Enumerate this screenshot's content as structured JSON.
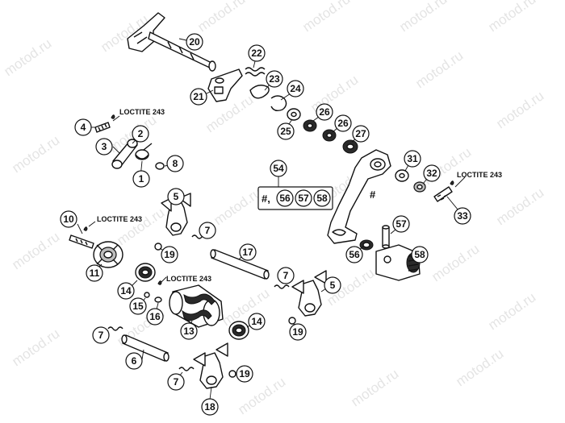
{
  "watermark": "motod.ru",
  "loctite_label": "LOCTITE 243",
  "hash_symbol": "#",
  "group_box": {
    "label_hash": "#,",
    "items": [
      "56",
      "57",
      "58"
    ]
  },
  "callouts": {
    "c1": "1",
    "c2": "2",
    "c3": "3",
    "c4": "4",
    "c5a": "5",
    "c5b": "5",
    "c6": "6",
    "c7a": "7",
    "c7b": "7",
    "c7c": "7",
    "c8": "8",
    "c10": "10",
    "c11": "11",
    "c13": "13",
    "c14a": "14",
    "c14b": "14",
    "c15": "15",
    "c16": "16",
    "c17": "17",
    "c18": "18",
    "c19a": "19",
    "c19b": "19",
    "c19c": "19",
    "c20": "20",
    "c21": "21",
    "c22": "22",
    "c23": "23",
    "c24": "24",
    "c25": "25",
    "c26a": "26",
    "c26b": "26",
    "c27": "27",
    "c31": "31",
    "c32": "32",
    "c33": "33",
    "c54": "54",
    "c56": "56",
    "c57": "57",
    "c58": "58"
  }
}
